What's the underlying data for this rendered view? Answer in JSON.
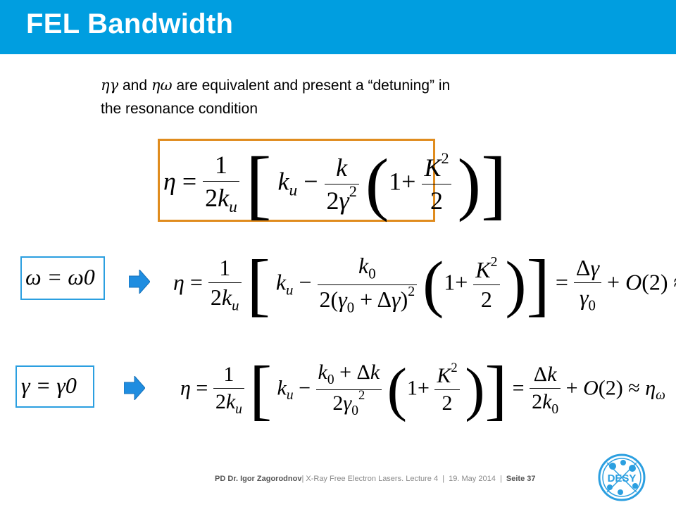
{
  "slide": {
    "title": "FEL Bandwidth",
    "intro": {
      "sym1": "ηγ",
      "and_text": "and",
      "sym2": "ηω",
      "line1_rest": "are equivalent and present  a “detuning” in",
      "line2": "the resonance condition"
    },
    "condition_1": "ω = ω0",
    "condition_2": "γ = γ0",
    "footer": {
      "author": "PD Dr. Igor Zagorodnov",
      "separator": "|",
      "lecture": "X-Ray Free Electron Lasers. Lecture 4",
      "date": "19. May 2014",
      "page": "Seite 37"
    },
    "logo_text": "DESY",
    "colors": {
      "title_bar": "#009ee0",
      "box_orange": "#e08c1e",
      "box_blue": "#2b9fe0",
      "arrow": "#1f8de0",
      "logo": "#2b9fe0"
    }
  }
}
